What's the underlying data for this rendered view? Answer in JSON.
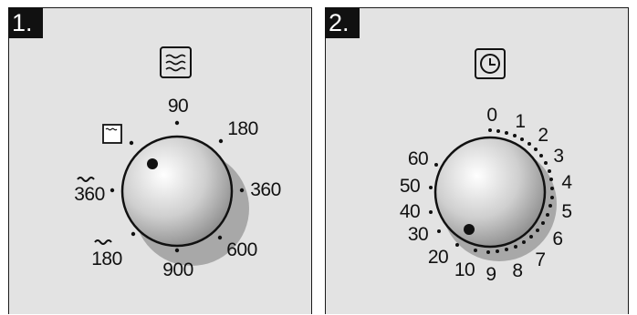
{
  "panel1": {
    "step": "1.",
    "power_labels": [
      "90",
      "180",
      "360",
      "600",
      "900",
      "180",
      "360"
    ],
    "icons": [
      "microwave-waves-icon",
      "oven-icon",
      "low-grill-waves-icon",
      "medium-grill-waves-icon"
    ]
  },
  "panel2": {
    "step": "2.",
    "time_labels": [
      "0",
      "1",
      "2",
      "3",
      "4",
      "5",
      "6",
      "7",
      "8",
      "9",
      "10",
      "20",
      "30",
      "40",
      "50",
      "60"
    ],
    "icons": [
      "clock-icon"
    ]
  },
  "colors": {
    "panel_bg": "#e3e3e3",
    "step_bg": "#111111",
    "ink": "#111111",
    "shadow": "#a8a8a8"
  }
}
